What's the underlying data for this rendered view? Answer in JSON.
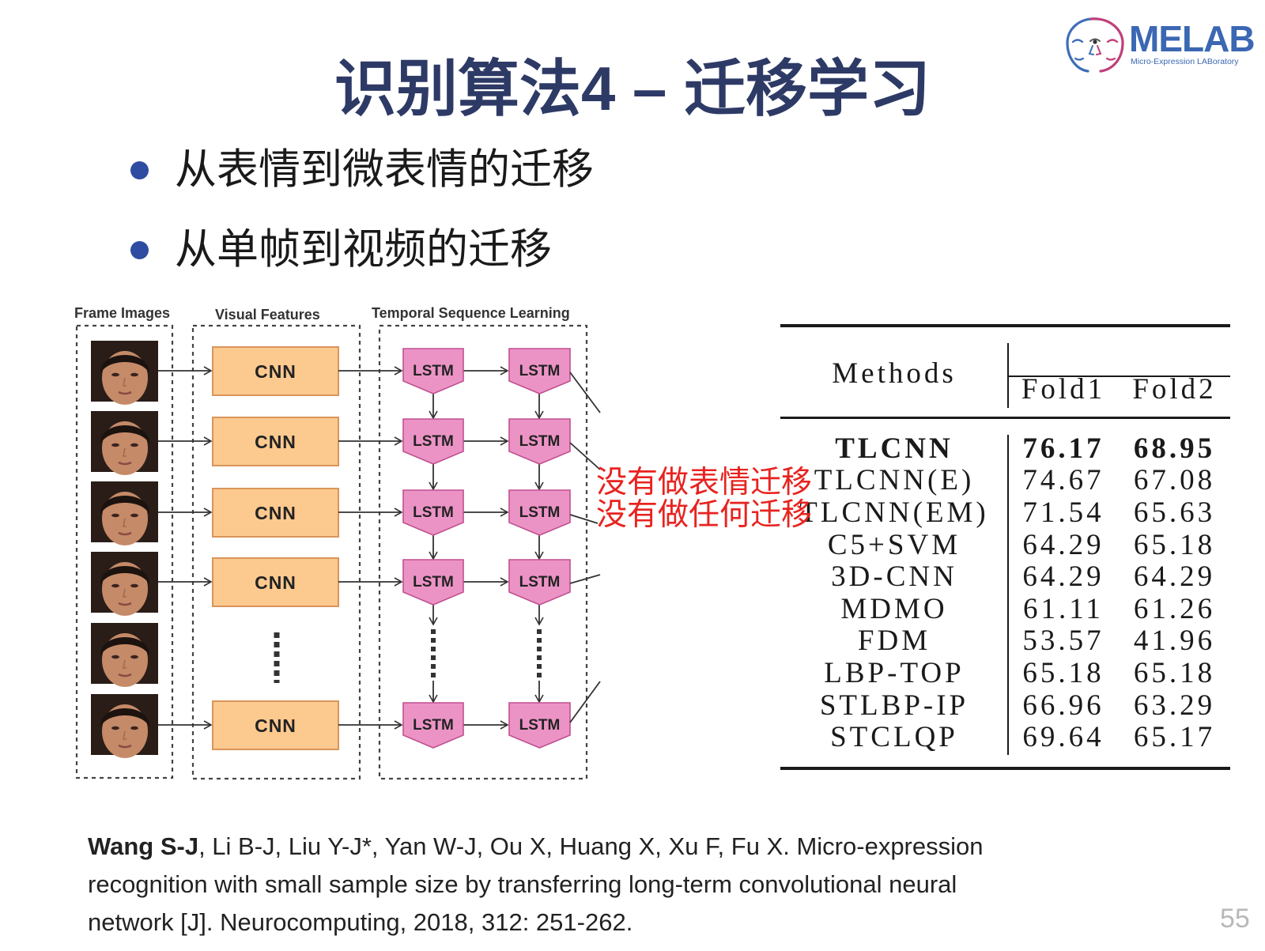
{
  "logo": {
    "name": "MELAB",
    "subtitle": "Micro-Expression LABoratory",
    "icon": "melab-face-logo-icon"
  },
  "title": "识别算法4 – 迁移学习",
  "bullets": [
    "从表情到微表情的迁移",
    "从单帧到视频的迁移"
  ],
  "diagram": {
    "headers": {
      "frame_images": "Frame Images",
      "visual_features": "Visual Features",
      "temporal_sequence_learning": "Temporal Sequence Learning"
    },
    "cnn_label": "CNN",
    "lstm_label": "LSTM"
  },
  "annotations": [
    "没有做表情迁移",
    "没有做任何迁移"
  ],
  "table": {
    "columns": {
      "methods": "Methods",
      "fold1": "Fold1",
      "fold2": "Fold2"
    },
    "rows": [
      {
        "method": "TLCNN",
        "fold1": "76.17",
        "fold2": "68.95"
      },
      {
        "method": "TLCNN(E)",
        "fold1": "74.67",
        "fold2": "67.08"
      },
      {
        "method": "TLCNN(EM)",
        "fold1": "71.54",
        "fold2": "65.63"
      },
      {
        "method": "C5+SVM",
        "fold1": "64.29",
        "fold2": "65.18"
      },
      {
        "method": "3D-CNN",
        "fold1": "64.29",
        "fold2": "64.29"
      },
      {
        "method": "MDMO",
        "fold1": "61.11",
        "fold2": "61.26"
      },
      {
        "method": "FDM",
        "fold1": "53.57",
        "fold2": "41.96"
      },
      {
        "method": "LBP-TOP",
        "fold1": "65.18",
        "fold2": "65.18"
      },
      {
        "method": "STLBP-IP",
        "fold1": "66.96",
        "fold2": "63.29"
      },
      {
        "method": "STCLQP",
        "fold1": "69.64",
        "fold2": "65.17"
      }
    ]
  },
  "citation": {
    "author_bold": "Wang S-J",
    "line1_rest": ", Li B-J, Liu Y-J*, Yan W-J, Ou X, Huang X, Xu F, Fu X. Micro-expression",
    "line2": "recognition with small sample size by transferring long-term convolutional neural",
    "line3": "network [J]. Neurocomputing, 2018, 312: 251-262."
  },
  "page_number": "55",
  "colors": {
    "title": "#2e3a66",
    "bullet_dot": "#2f4ca3",
    "annotation": "#e8231f",
    "cnn_fill": "#fcc98f",
    "lstm_fill": "#ec93c6",
    "logo": "#3b67b3"
  }
}
